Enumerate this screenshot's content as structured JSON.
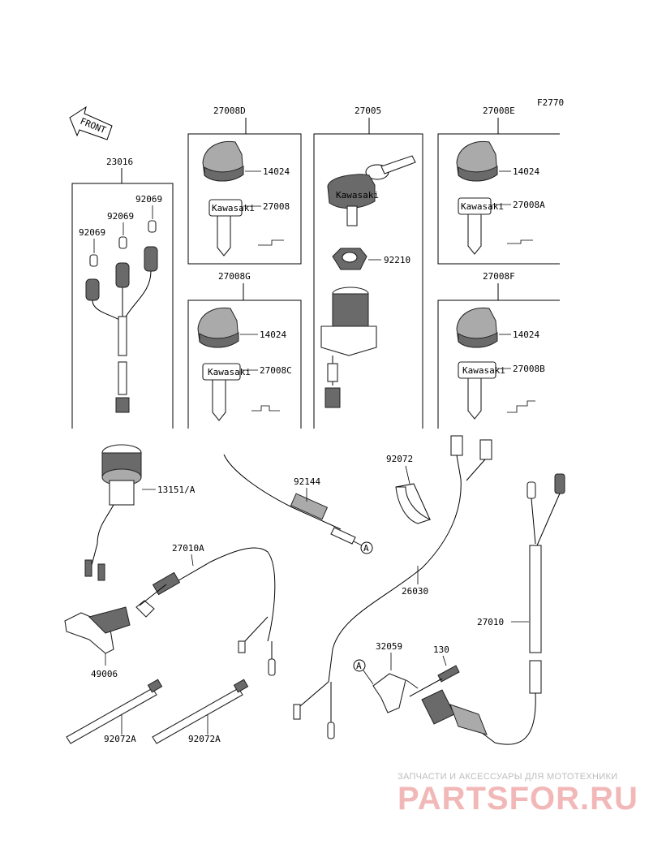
{
  "figure_code": "F2770",
  "front_label": "FRONT",
  "key_text": "Kawasaki",
  "callouts": {
    "box_23016": "23016",
    "box_27008D": "27008D",
    "box_27005": "27005",
    "box_27008E": "27008E",
    "box_27008G": "27008G",
    "box_27008F": "27008F",
    "p92069_a": "92069",
    "p92069_b": "92069",
    "p92069_c": "92069",
    "p14024_d": "14024",
    "p27008": "27008",
    "p92210": "92210",
    "p14024_e": "14024",
    "p27008A": "27008A",
    "p14024_g": "14024",
    "p27008C": "27008C",
    "p14024_f": "14024",
    "p27008B": "27008B",
    "p13151A": "13151/A",
    "p92144": "92144",
    "p92072": "92072",
    "p27010A": "27010A",
    "p26030": "26030",
    "p49006": "49006",
    "p27010": "27010",
    "p32059": "32059",
    "p130": "130",
    "p92072A_a": "92072A",
    "p92072A_b": "92072A",
    "ref_A_1": "A",
    "ref_A_2": "A"
  },
  "watermark": {
    "caption": "ЗАПЧАСТИ И АКСЕССУАРЫ ДЛЯ МОТОТЕХНИКИ",
    "logo": "PARTSFOR.RU"
  },
  "colors": {
    "line": "#000000",
    "part_fill": "#6a6a6a",
    "watermark": "#f2b8b8"
  }
}
